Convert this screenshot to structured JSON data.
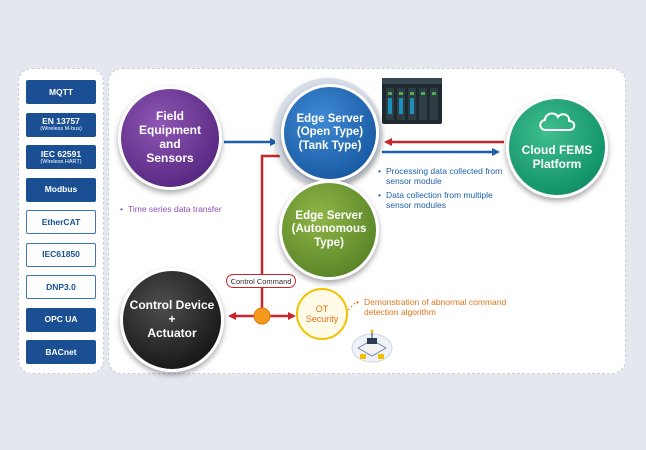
{
  "protocols": [
    {
      "label": "MQTT",
      "sub": "",
      "style": "solid"
    },
    {
      "label": "EN 13757",
      "sub": "(Wireless M-bus)",
      "style": "solid"
    },
    {
      "label": "IEC 62591",
      "sub": "(Wireless HART)",
      "style": "solid"
    },
    {
      "label": "Modbus",
      "sub": "",
      "style": "solid"
    },
    {
      "label": "EtherCAT",
      "sub": "",
      "style": "outline"
    },
    {
      "label": "IEC61850",
      "sub": "",
      "style": "outline"
    },
    {
      "label": "DNP3.0",
      "sub": "",
      "style": "outline"
    },
    {
      "label": "OPC UA",
      "sub": "",
      "style": "solid"
    },
    {
      "label": "BACnet",
      "sub": "",
      "style": "solid"
    }
  ],
  "nodes": {
    "field": "Field\nEquipment\nand\nSensors",
    "edge_open": "Edge Server\n(Open Type)\n(Tank Type)",
    "edge_autonomous": "Edge Server\n(Autonomous\nType)",
    "cloud": "Cloud FEMS\nPlatform",
    "control": "Control Device\n+\nActuator",
    "ot_security": "OT\nSecurity"
  },
  "labels": {
    "time_series": "Time series data transfer",
    "processing": "Processing data collected from sensor module",
    "collection": "Data collection from multiple sensor modules",
    "control_command": "Control Command",
    "demonstration": "Demonstration of abnormal command detection algorithm",
    "bullet": "•"
  },
  "colors": {
    "field": "#6a3594",
    "edge_open": "#1d5fa8",
    "edge_autonomous": "#5e8a2a",
    "cloud": "#14946a",
    "control": "#1c1c1c",
    "ot_accent": "#e2731b",
    "arrow_blue": "#1d5fa8",
    "arrow_red": "#c8252c",
    "protocol_fill": "#1a4f93"
  },
  "icons": [
    "cloud-icon",
    "industrial-controller-icon",
    "security-device-icon",
    "orange-junction-dot-icon"
  ]
}
